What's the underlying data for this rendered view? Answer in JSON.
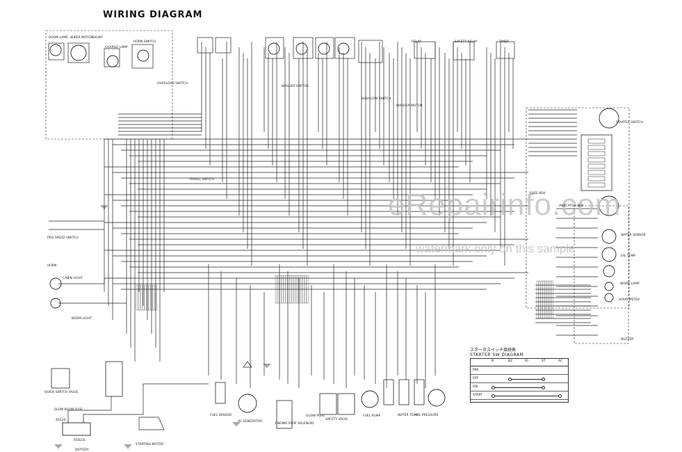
{
  "title": "WIRING DIAGRAM",
  "watermark": {
    "main": "eRepairinfo.com",
    "sub": "watermark only on this sample"
  },
  "starter_switch": {
    "title_ja": "スタータスイッチ接続表",
    "title_en": "STARTER SW DIAGRAM",
    "columns": [
      "B",
      "B2",
      "IG",
      "ST",
      "AC"
    ],
    "rows": [
      "PRE",
      "OFF",
      "ON",
      "START"
    ]
  },
  "components": {
    "room_lamp": "ROOM LAMP",
    "wiper_motor": "WIPER MOTOR",
    "shunt": "SHUNT",
    "charge_lamp": "CHARGE LAMP",
    "horn_switch": "HORN SWITCH",
    "relay": "RELAY",
    "safety_relay": "SAFETY RELAY",
    "timer": "TIMER",
    "starter_switch": "STARTER SWITCH",
    "fuse_box": "FUSE BOX",
    "indicator_box": "INDICATOR BOX",
    "horn": "HORN",
    "cabin_light": "CABIN LIGHT",
    "boom_light": "BOOM LIGHT",
    "fuel_sensor": "FUEL SENSOR",
    "ac_generator": "AC GENERATOR",
    "engine_stop_solenoid": "ENGINE STOP SOLENOID",
    "glow_plug": "GLOW PLUG",
    "battery": "BATTERY",
    "starting_motor": "STARTING MOTOR",
    "fuel_pump": "FUEL PUMP",
    "safety_valve": "SAFETY VALVE",
    "water_temp": "WATER TEMP",
    "oil_pressure": "OIL PRESSURE",
    "slow_blow_fuse": "SLOW BLOW FUSE",
    "quick_switch_valve": "QUICK SWITCH VALVE",
    "work_lamp": "WORK LAMP",
    "buzzer": "BUZZER",
    "water_sensor": "WATER SENSOR",
    "pro_speed_switch": "PRO SPEED SWITCH",
    "overload_switch": "OVERLOAD SWITCH",
    "travel_switch": "TRAVEL SWITCH",
    "washer_motor": "WASHER MOTOR",
    "washer_switch": "WASHER SWITCH",
    "oil_temp": "OIL TEMP",
    "high_low_switch": "HIGH LOW SWITCH",
    "hour_meter": "HOUR METER",
    "battery_spec": "65D23L",
    "ground": "40120"
  }
}
